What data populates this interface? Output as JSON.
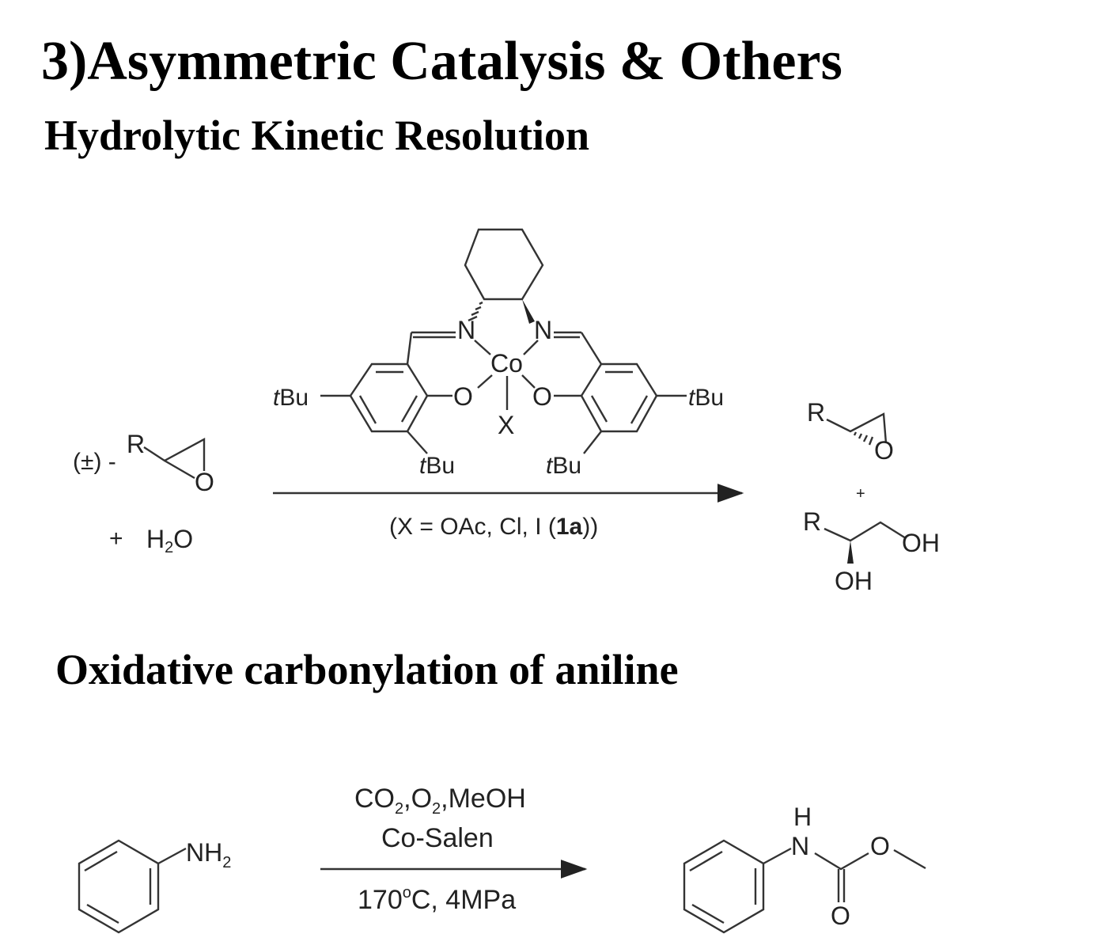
{
  "titles": {
    "main": "3)Asymmetric Catalysis & Others",
    "section1": "Hydrolytic Kinetic Resolution",
    "section2": "Oxidative carbonylation of aniline"
  },
  "hkr": {
    "racemic_prefix": "(±) -",
    "R": "R",
    "O": "O",
    "plus": "+",
    "water": {
      "H": "H",
      "sub": "2",
      "O": "O"
    },
    "catalyst": {
      "N": "N",
      "Co": "Co",
      "O": "O",
      "X": "X",
      "tBu_t": "t",
      "tBu": "Bu"
    },
    "conditions": {
      "prefix": "(X = OAc, Cl, I (",
      "bold": "1a",
      "suffix": "))"
    },
    "products": {
      "R": "R",
      "O": "O",
      "plus": "+",
      "OH": "OH"
    }
  },
  "carbonylation": {
    "reactant_group": {
      "main": "NH",
      "sub": "2"
    },
    "conditions": {
      "line1": {
        "a": "CO",
        "s1": "2",
        "b": ",O",
        "s2": "2",
        "c": ",MeOH"
      },
      "line2": "Co-Salen",
      "line3": {
        "a": "170",
        "sup": "o",
        "b": "C, 4MPa"
      }
    },
    "product": {
      "H": "H",
      "N": "N",
      "O_ester": "O",
      "O_carbonyl": "O"
    }
  }
}
